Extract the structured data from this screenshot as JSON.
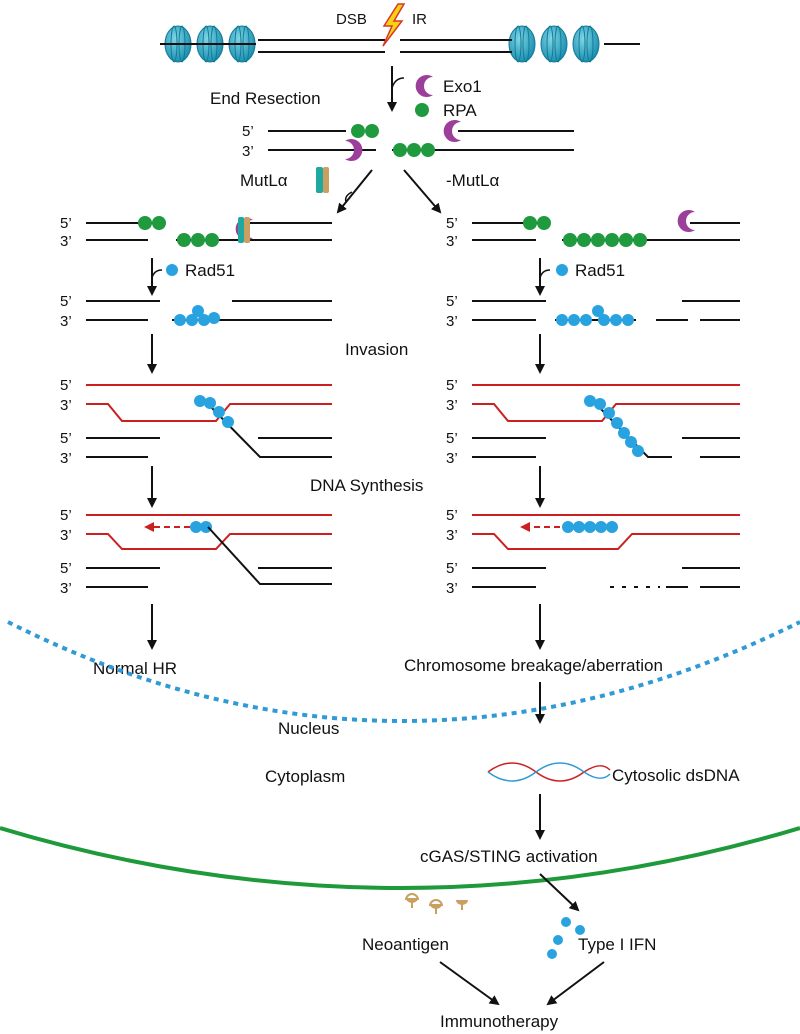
{
  "top": {
    "dsb_label": "DSB",
    "ir_label": "IR"
  },
  "legend": {
    "exo1": "Exo1",
    "rpa": "RPA"
  },
  "steps": {
    "end_resection": "End Resection",
    "mutla_plus": "MutLα",
    "mutla_minus": "-MutLα",
    "rad51_left": "Rad51",
    "rad51_right": "Rad51",
    "invasion": "Invasion",
    "dna_synthesis": "DNA Synthesis",
    "normal_hr": "Normal HR",
    "chromosome_breakage": "Chromosome breakage/aberration"
  },
  "strand_labels": {
    "five": "5’",
    "three": "3’"
  },
  "compartments": {
    "nucleus": "Nucleus",
    "cytoplasm": "Cytoplasm"
  },
  "cytoplasm_steps": {
    "cytosolic_dsdna": "Cytosolic dsDNA",
    "cgas_sting": "cGAS/STING activation",
    "neoantigen": "Neoantigen",
    "type1_ifn": "Type I IFN",
    "immunotherapy": "Immunotherapy"
  },
  "colors": {
    "dna_black": "#111111",
    "dna_red": "#cc1f1f",
    "rad51_blue": "#29a3e0",
    "rpa_green": "#1f9a3f",
    "exo1_purple": "#9b3f9b",
    "nucleus_border": "#2f9ad6",
    "cell_membrane": "#1e9a3a",
    "nucleosome_blue": "#2fb0c9",
    "mutla_teal": "#1fa8a0",
    "mutla_tan": "#c9a062",
    "lightning_yellow": "#f5d314",
    "lightning_red": "#d9372b",
    "neoantigen_tan": "#c9a062"
  },
  "icons": [
    "nucleosome-icon",
    "lightning-icon",
    "exo1-icon",
    "rpa-icon",
    "rad51-icon",
    "mutla-icon",
    "dsdna-helix-icon",
    "receptor-icon"
  ]
}
